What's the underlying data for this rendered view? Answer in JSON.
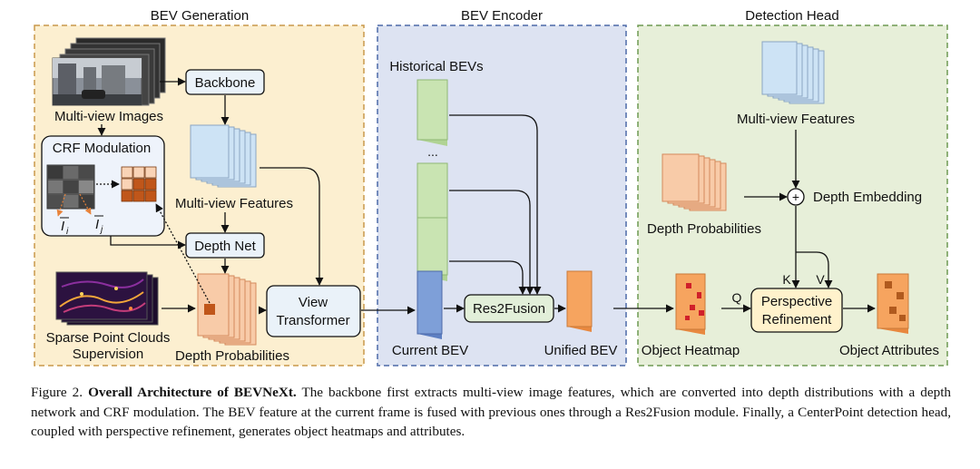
{
  "sections": {
    "bev_generation": "BEV Generation",
    "bev_encoder": "BEV Encoder",
    "detection_head": "Detection Head"
  },
  "labels": {
    "backbone": "Backbone",
    "multiview_images": "Multi-view Images",
    "crf_modulation": "CRF Modulation",
    "multiview_features_gen": "Multi-view Features",
    "depth_net": "Depth Net",
    "view_transformer_1": "View",
    "view_transformer_2": "Transformer",
    "sparse_point_clouds_1": "Sparse Point Clouds",
    "sparse_point_clouds_2": "Supervision",
    "depth_probabilities_gen": "Depth Probabilities",
    "historical_bevs": "Historical BEVs",
    "ellipsis": "...",
    "res2fusion": "Res2Fusion",
    "current_bev": "Current BEV",
    "unified_bev": "Unified BEV",
    "multiview_features_det": "Multi-view Features",
    "depth_embedding": "Depth Embedding",
    "depth_probabilities_det": "Depth Probabilities",
    "object_heatmap": "Object Heatmap",
    "perspective_refinement_1": "Perspective",
    "perspective_refinement_2": "Refinement",
    "object_attributes": "Object Attributes",
    "q_label": "Q",
    "k_label": "K",
    "v_label": "V",
    "plus_symbol": "+",
    "img_i_base": "I",
    "img_i_sub": "i",
    "img_j_base": "I",
    "img_j_sub": "j"
  },
  "caption": {
    "prefix": "Figure 2.",
    "title": "Overall Architecture of BEVNeXt.",
    "body": "The backbone first extracts multi-view image features, which are converted into depth distributions with a depth network and CRF modulation. The BEV feature at the current frame is fused with previous ones through a Res2Fusion module. Finally, a CenterPoint detection head, coupled with perspective refinement, generates object heatmaps and attributes."
  },
  "colors": {
    "generation_bg": "#fcefd0",
    "encoder_bg": "#dde3f2",
    "detection_bg": "#e7efd9",
    "feature_blue": "#cde3f5",
    "depth_orange": "#f8cba8",
    "bev_green": "#c9e4b2",
    "bev_blue": "#7e9fd8",
    "bev_orange": "#f6a45f",
    "box_yellow": "#fff2cc",
    "box_green": "#e2efd9",
    "crf_cell_dark": "#c0561a",
    "crf_cell_light": "#f9d3b6",
    "heatmap_red": "#d0202a",
    "attr_brown": "#b05a1e",
    "sub_arrow": "#e8833a"
  }
}
